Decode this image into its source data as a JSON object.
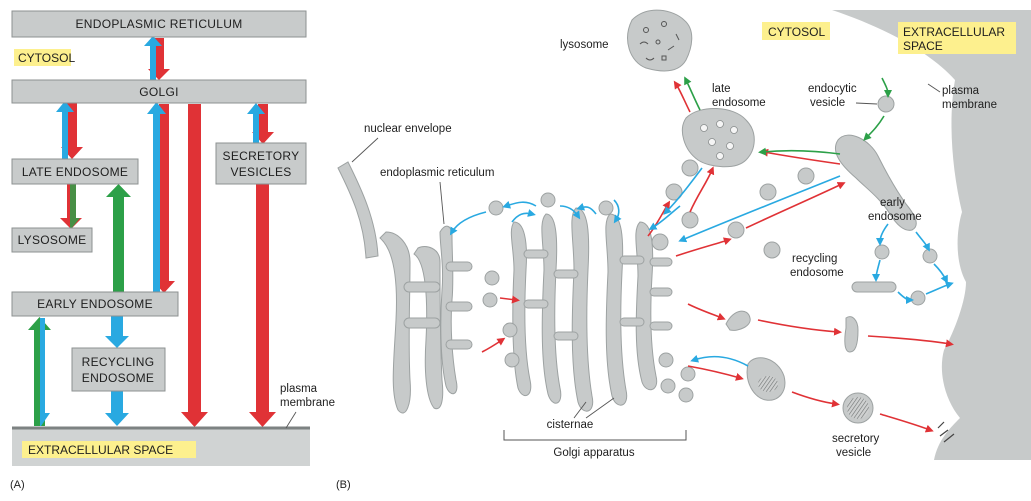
{
  "panel_a": {
    "panel_label": "(A)",
    "boxes": {
      "er": "ENDOPLASMIC RETICULUM",
      "golgi": "GOLGI",
      "late_endosome": "LATE ENDOSOME",
      "lysosome": "LYSOSOME",
      "early_endosome": "EARLY ENDOSOME",
      "recycling_endosome_line1": "RECYCLING",
      "recycling_endosome_line2": "ENDOSOME",
      "secretory_vesicles_line1": "SECRETORY",
      "secretory_vesicles_line2": "VESICLES",
      "extracellular_space": "EXTRACELLULAR SPACE"
    },
    "cytosol_tag": "CYTOSOL",
    "plasma_membrane_line1": "plasma",
    "plasma_membrane_line2": "membrane"
  },
  "panel_b": {
    "panel_label": "(B)",
    "cytosol_tag": "CYTOSOL",
    "extracellular_tag_line1": "EXTRACELLULAR",
    "extracellular_tag_line2": "SPACE",
    "labels": {
      "lysosome": "lysosome",
      "late_endosome_line1": "late",
      "late_endosome_line2": "endosome",
      "endocytic_vesicle_line1": "endocytic",
      "endocytic_vesicle_line2": "vesicle",
      "plasma_membrane_line1": "plasma",
      "plasma_membrane_line2": "membrane",
      "nuclear_envelope": "nuclear envelope",
      "endoplasmic_reticulum": "endoplasmic reticulum",
      "early_endosome_line1": "early",
      "early_endosome_line2": "endosome",
      "recycling_endosome_line1": "recycling",
      "recycling_endosome_line2": "endosome",
      "cisternae": "cisternae",
      "golgi_apparatus": "Golgi apparatus",
      "secretory_vesicle_line1": "secretory",
      "secretory_vesicle_line2": "vesicle"
    }
  },
  "colors": {
    "secretory_red": "#e03236",
    "retrieval_blue": "#29a9e1",
    "endocytic_green": "#2ca048",
    "box_fill": "#c8cbcb",
    "tag_yellow": "#fdf08e"
  }
}
